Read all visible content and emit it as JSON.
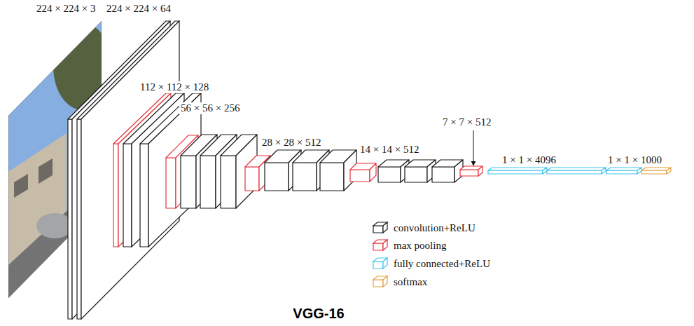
{
  "diagram": {
    "caption": "VGG-16",
    "labels": [
      "224 × 224 × 3",
      "224 × 224 × 64",
      "112 × 112 × 128",
      "56 × 56 × 256",
      "28 × 28 × 512",
      "14 × 14 × 512",
      "7 × 7 × 512",
      "1 × 1 × 4096",
      "1 × 1 × 1000"
    ],
    "legend": [
      {
        "text": "convolution+ReLU",
        "color": "#1a1a1a"
      },
      {
        "text": "max pooling",
        "color": "#e5323b"
      },
      {
        "text": "fully connected+ReLU",
        "color": "#3fc6ee"
      },
      {
        "text": "softmax",
        "color": "#e6a03c"
      }
    ]
  }
}
